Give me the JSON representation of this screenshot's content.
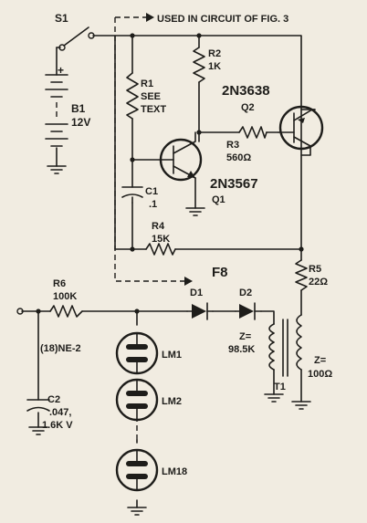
{
  "labels": {
    "s1": "S1",
    "fig_note": "USED IN CIRCUIT OF FIG. 3",
    "b1_name": "B1",
    "b1_value": "12V",
    "r1_name": "R1",
    "r1_value1": "SEE",
    "r1_value2": "TEXT",
    "r2_name": "R2",
    "r2_value": "1K",
    "q2_part": "2N3638",
    "q2_name": "Q2",
    "r3_name": "R3",
    "r3_value": "560Ω",
    "c1_name": "C1",
    "c1_value": ".1",
    "q1_part": "2N3567",
    "q1_name": "Q1",
    "r4_name": "R4",
    "r4_value": "15K",
    "f8": "F8",
    "r5_name": "R5",
    "r5_value": "22Ω",
    "r6_name": "R6",
    "r6_value": "100K",
    "d1": "D1",
    "d2": "D2",
    "lamps_type": "(18)NE-2",
    "lm1": "LM1",
    "lm2": "LM2",
    "lm18": "LM18",
    "z_left1": "Z=",
    "z_left2": "98.5K",
    "z_right1": "Z=",
    "z_right2": "100Ω",
    "t1": "T1",
    "c2_name": "C2",
    "c2_value1": ".047,",
    "c2_value2": "1.6K V"
  },
  "colors": {
    "ink": "#1e1d1a",
    "paper": "#f1ece1"
  }
}
